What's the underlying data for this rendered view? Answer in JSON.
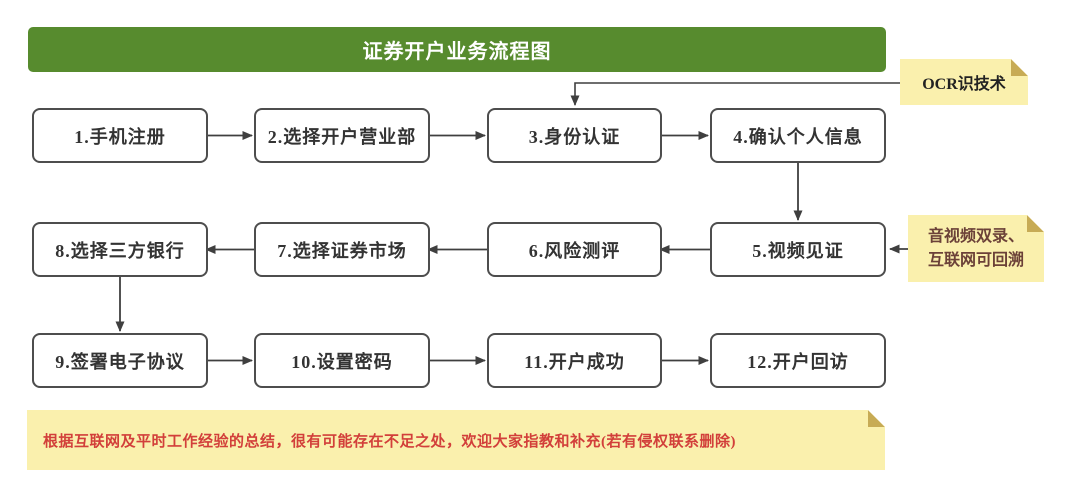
{
  "title": {
    "text": "证券开户业务流程图"
  },
  "flowchart": {
    "steps": [
      {
        "id": 1,
        "label": "1.手机注册"
      },
      {
        "id": 2,
        "label": "2.选择开户营业部"
      },
      {
        "id": 3,
        "label": "3.身份认证"
      },
      {
        "id": 4,
        "label": "4.确认个人信息"
      },
      {
        "id": 5,
        "label": "5.视频见证"
      },
      {
        "id": 6,
        "label": "6.风险测评"
      },
      {
        "id": 7,
        "label": "7.选择证券市场"
      },
      {
        "id": 8,
        "label": "8.选择三方银行"
      },
      {
        "id": 9,
        "label": "9.签署电子协议"
      },
      {
        "id": 10,
        "label": "10.设置密码"
      },
      {
        "id": 11,
        "label": "11.开户成功"
      },
      {
        "id": 12,
        "label": "12.开户回访"
      }
    ],
    "flow_order": "1→2→3→4→5→6→7→8→9→10→11→12"
  },
  "notes": {
    "ocr": {
      "text": "OCR识技术",
      "attached_to": "3.身份认证"
    },
    "av": {
      "line1": "音视频双录、",
      "line2": "互联网可回溯",
      "attached_to": "5.视频见证"
    },
    "disclaimer": {
      "text": "根据互联网及平时工作经验的总结，很有可能存在不足之处，欢迎大家指教和补充(若有侵权联系删除)"
    }
  },
  "colors": {
    "banner_green": "#578b2e",
    "note_yellow": "#faf0ad",
    "note_fold": "#c7ab55",
    "box_border": "#4d4d4d",
    "box_text": "#333333",
    "connector": "#3f3f3f",
    "disclaimer_red": "#d23f3a",
    "av_note_text": "#6b4138"
  }
}
